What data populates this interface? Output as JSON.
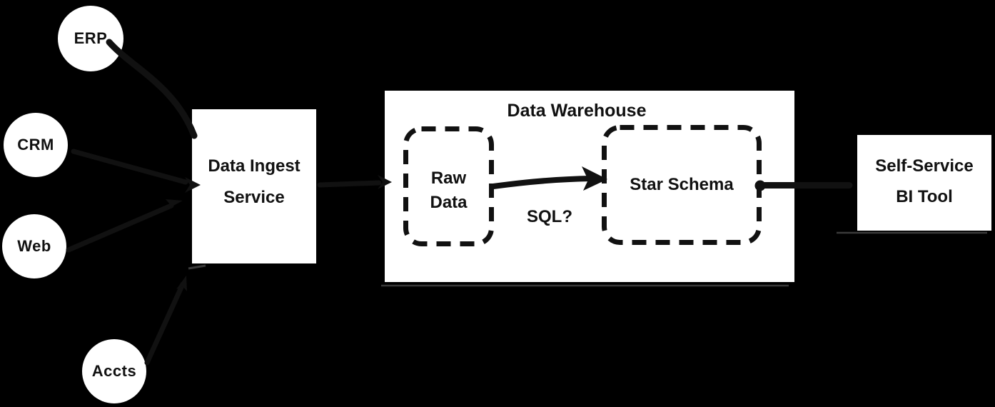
{
  "colors": {
    "bg": "#000000",
    "fill": "#ffffff",
    "ink": "#111111",
    "shadow": "#3a3a3a"
  },
  "sources": [
    {
      "label": "ERP"
    },
    {
      "label": "CRM"
    },
    {
      "label": "Web"
    },
    {
      "label": "Accts"
    }
  ],
  "ingest": {
    "line1": "Data Ingest",
    "line2": "Service"
  },
  "warehouse": {
    "title": "Data Warehouse",
    "raw": {
      "line1": "Raw",
      "line2": "Data"
    },
    "star": {
      "label": "Star Schema"
    },
    "transform_label": "SQL?"
  },
  "bi": {
    "line1": "Self-Service",
    "line2": "BI Tool"
  }
}
